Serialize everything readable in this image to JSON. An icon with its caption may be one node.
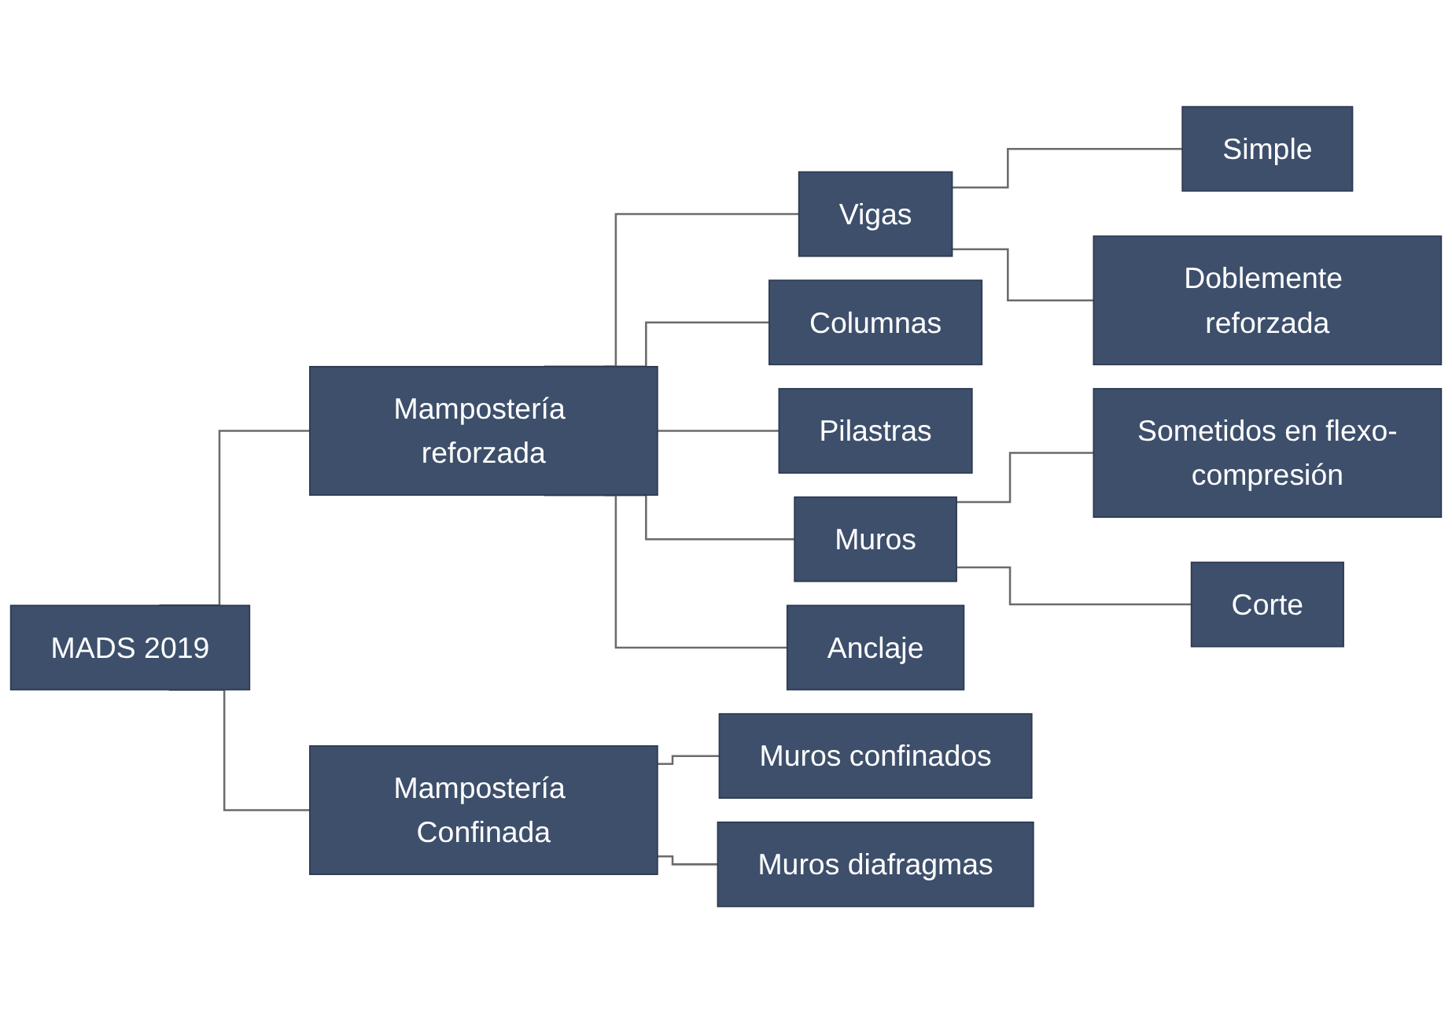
{
  "diagram": {
    "nodes": [
      {
        "text": [
          "MADS 2019"
        ]
      },
      {
        "text": [
          "Mampostería reforzada"
        ]
      },
      {
        "text": [
          "Vigas"
        ]
      },
      {
        "text": [
          "Simple"
        ]
      },
      {
        "text": [
          "Doblemente reforzada"
        ]
      },
      {
        "text": [
          "Columnas"
        ]
      },
      {
        "text": [
          "Pilastras"
        ]
      },
      {
        "text": [
          "Muros"
        ]
      },
      {
        "text": [
          "Sometidos en flexo-compresión"
        ]
      },
      {
        "text": [
          "Corte"
        ]
      },
      {
        "text": [
          "Anclaje"
        ]
      },
      {
        "text": [
          "Mampostería Confinada"
        ]
      },
      {
        "text": [
          "Muros confinados"
        ]
      },
      {
        "text": [
          "Muros diafragmas"
        ]
      }
    ],
    "edges": [
      {
        "from": 0,
        "to": 1,
        "arrow": "none"
      },
      {
        "from": 1,
        "to": 2,
        "arrow": "none"
      },
      {
        "from": 2,
        "to": 3,
        "arrow": "none"
      },
      {
        "from": 2,
        "to": 4,
        "arrow": "none"
      },
      {
        "from": 1,
        "to": 5,
        "arrow": "none"
      },
      {
        "from": 1,
        "to": 6,
        "arrow": "none"
      },
      {
        "from": 1,
        "to": 7,
        "arrow": "none"
      },
      {
        "from": 7,
        "to": 8,
        "arrow": "none"
      },
      {
        "from": 7,
        "to": 9,
        "arrow": "none"
      },
      {
        "from": 1,
        "to": 10,
        "arrow": "none"
      },
      {
        "from": 0,
        "to": 11,
        "arrow": "none"
      },
      {
        "from": 11,
        "to": 12,
        "arrow": "none"
      },
      {
        "from": 11,
        "to": 13,
        "arrow": "none"
      }
    ]
  }
}
